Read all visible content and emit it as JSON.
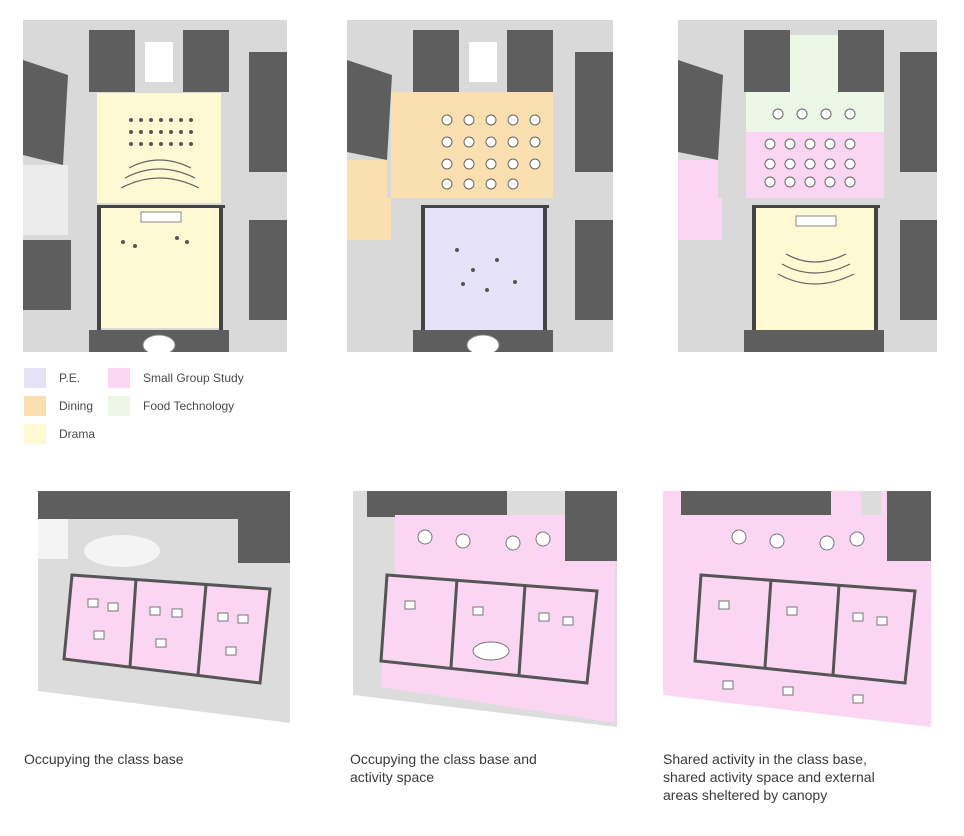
{
  "colors": {
    "pe": "#e6e3f8",
    "dining": "#fadfb0",
    "drama": "#fcf9d3",
    "small_group_study": "#fad6f3",
    "food_technology": "#ecf7e8",
    "wall": "#606060",
    "floor": "#d8d8d8",
    "furniture": "#ffffff"
  },
  "legend": [
    {
      "label": "P.E.",
      "color_key": "pe"
    },
    {
      "label": "Dining",
      "color_key": "dining"
    },
    {
      "label": "Drama",
      "color_key": "drama"
    },
    {
      "label": "Small Group Study",
      "color_key": "small_group_study"
    },
    {
      "label": "Food Technology",
      "color_key": "food_technology"
    }
  ],
  "captions": [
    "Occupying the class base",
    "Occupying the class base and activity space",
    "Shared activity in the class base, shared activity space and external areas sheltered by canopy"
  ]
}
